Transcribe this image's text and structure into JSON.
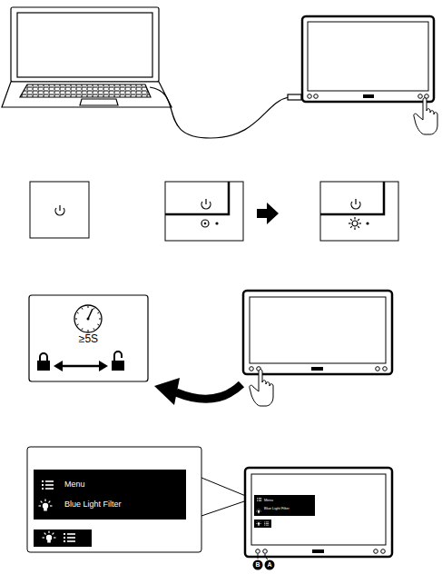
{
  "diagram": {
    "nodes": [
      {
        "text": [
          "Menu",
          "Blue Light Filter"
        ]
      },
      {
        "text": [
          "≥5S"
        ]
      },
      {
        "text": [
          "Menu",
          "Blue Light Filter"
        ]
      },
      {
        "text": [
          "B"
        ]
      },
      {
        "text": [
          "A"
        ]
      }
    ]
  }
}
